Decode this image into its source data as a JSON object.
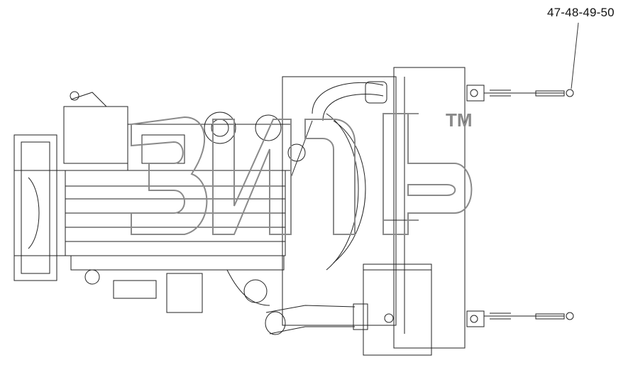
{
  "callout": {
    "label": "47-48-49-50"
  },
  "watermark": {
    "logo_text": "зил",
    "trademark": "TM",
    "color": "#8a8a8a"
  },
  "colors": {
    "line": "#222222",
    "background": "#ffffff"
  }
}
